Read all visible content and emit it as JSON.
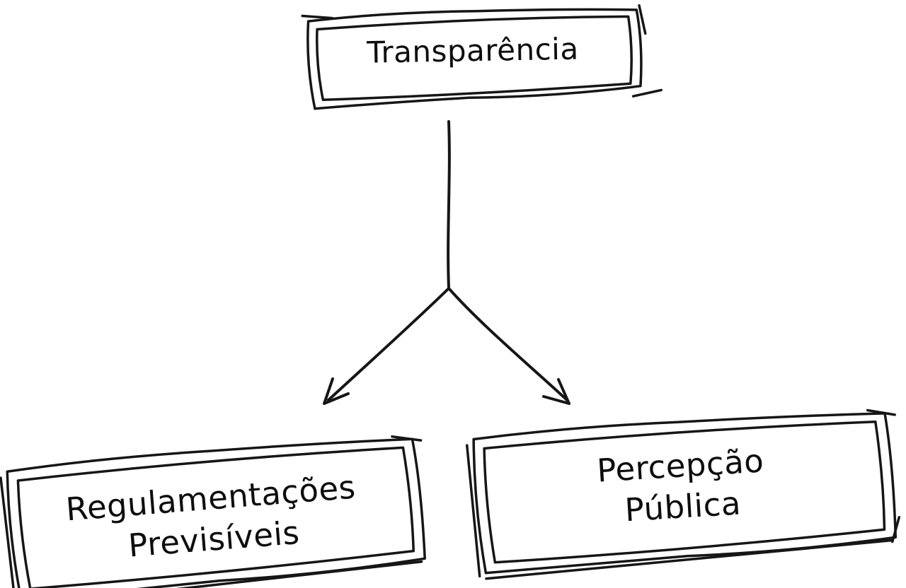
{
  "diagram": {
    "nodes": {
      "root": {
        "label": "Transparência"
      },
      "left": {
        "label": "Regulamentações Previsíveis"
      },
      "right": {
        "label": "Percepção Pública"
      }
    },
    "connectors": {
      "stem": "root-to-split",
      "left_arrow": "split-to-left",
      "right_arrow": "split-to-right"
    }
  },
  "colors": {
    "stroke": "#161616",
    "background": "#ffffff"
  }
}
